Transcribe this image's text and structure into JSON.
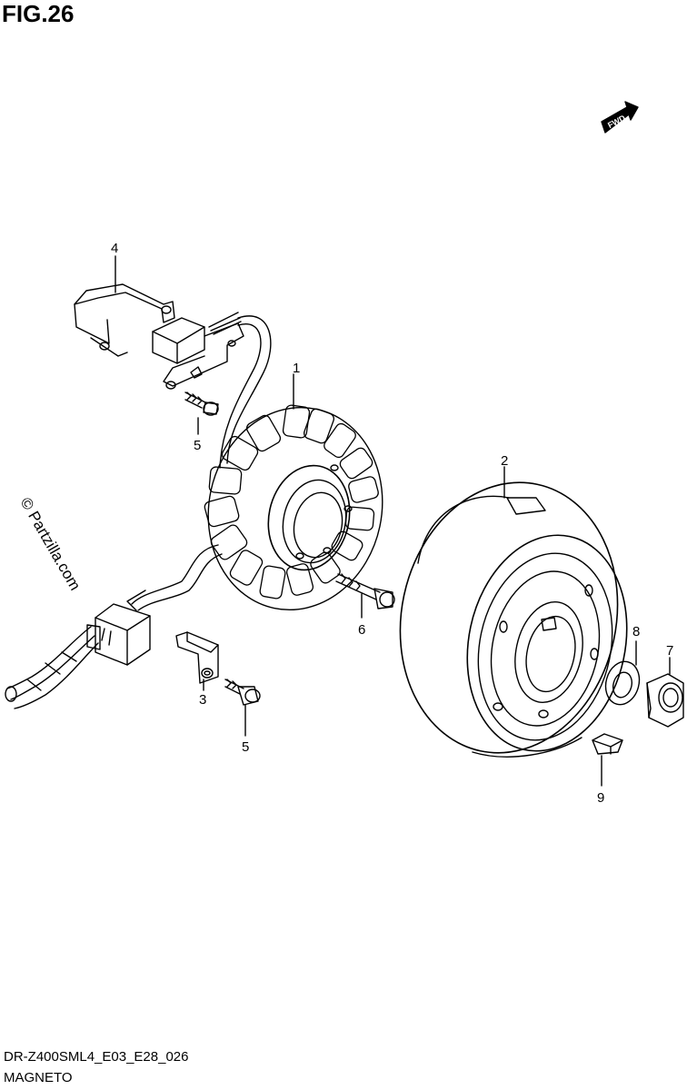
{
  "figure": {
    "title": "FIG.26"
  },
  "direction_badge": {
    "label": "FWD"
  },
  "watermark": {
    "text": "© Partzilla.com"
  },
  "callouts": [
    {
      "key": "1",
      "label": "1"
    },
    {
      "key": "2",
      "label": "2"
    },
    {
      "key": "3",
      "label": "3"
    },
    {
      "key": "4",
      "label": "4"
    },
    {
      "key": "5a",
      "label": "5"
    },
    {
      "key": "5b",
      "label": "5"
    },
    {
      "key": "6",
      "label": "6"
    },
    {
      "key": "7",
      "label": "7"
    },
    {
      "key": "8",
      "label": "8"
    },
    {
      "key": "9",
      "label": "9"
    }
  ],
  "footer": {
    "code": "DR-Z400SML4_E03_E28_026",
    "name": "MAGNETO"
  }
}
